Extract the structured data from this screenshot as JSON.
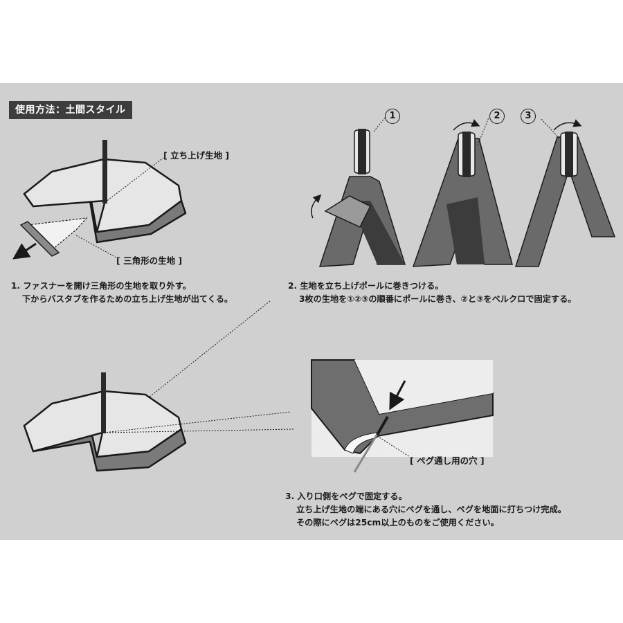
{
  "header": {
    "title": "使用方法：土間スタイル"
  },
  "labels": {
    "standing_fabric": "[ 立ち上げ生地 ]",
    "triangle_fabric": "[ 三角形の生地 ]",
    "peg_hole": "[ ペグ通し用の穴 ]"
  },
  "steps": [
    {
      "num": "1.",
      "lines": [
        "ファスナーを開け三角形の生地を取り外す。",
        "下からバスタブを作るための立ち上げ生地が出てくる。"
      ]
    },
    {
      "num": "2.",
      "lines": [
        "生地を立ち上げポールに巻きつける。",
        "3枚の生地を①②③の順番にポールに巻き、②と③をベルクロで固定する。"
      ]
    },
    {
      "num": "3.",
      "lines": [
        "入り口側をペグで固定する。",
        "立ち上げ生地の端にある穴にペグを通し、ペグを地面に打ちつけ完成。",
        "その際にペグは25cm以上のものをご使用ください。"
      ]
    }
  ],
  "markers": [
    "1",
    "2",
    "3"
  ],
  "colors": {
    "panel": "#d0d0d0",
    "dark": "#3d3d3d",
    "mid": "#6e6e6e",
    "light": "#e8e8e8",
    "ink": "#1a1a1a"
  }
}
